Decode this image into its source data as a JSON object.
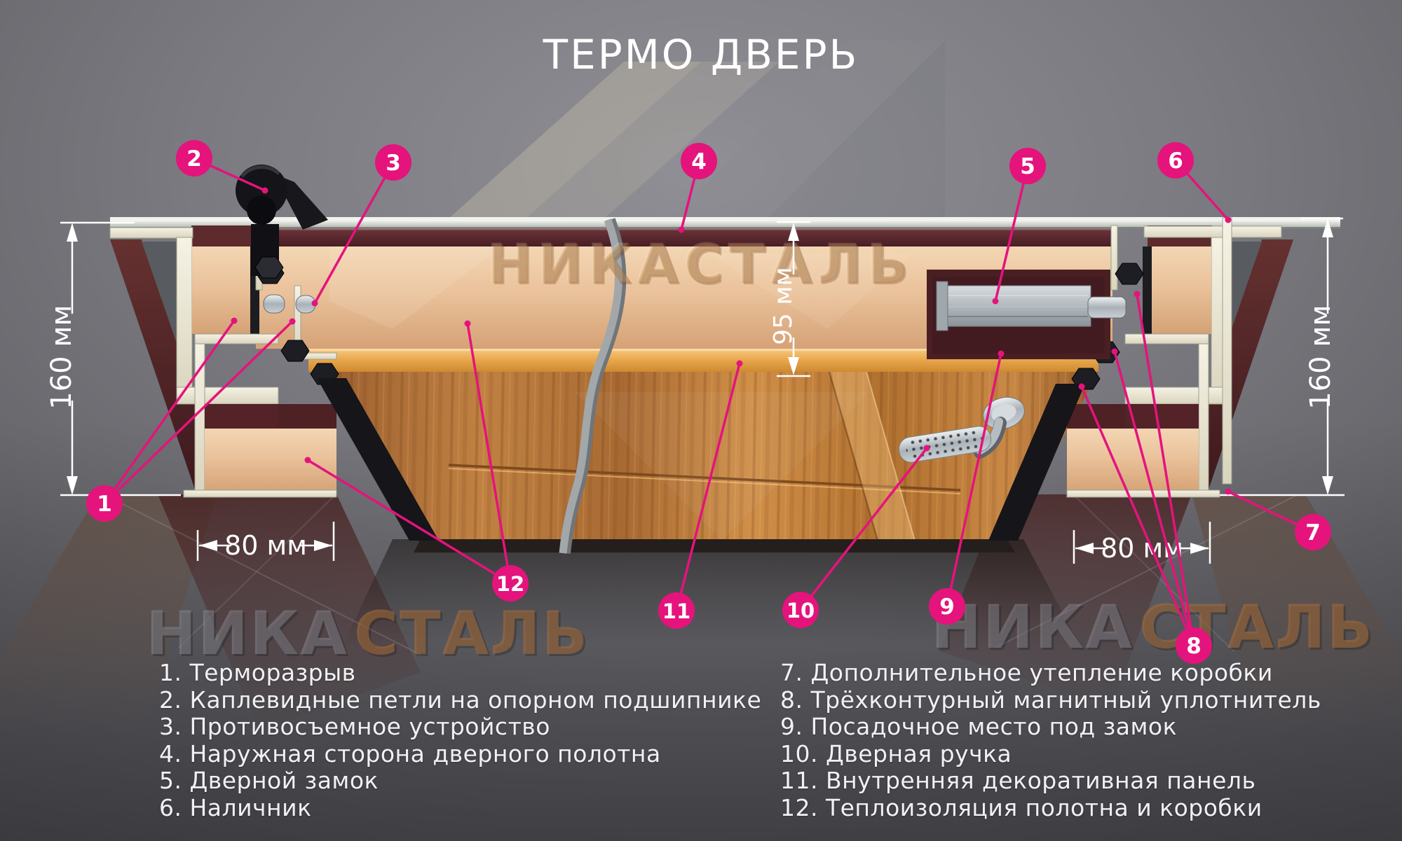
{
  "title": "ТЕРМО ДВЕРЬ",
  "watermark": {
    "full": "НИКАСТАЛЬ",
    "part1": "НИКА",
    "part2": "СТАЛЬ"
  },
  "dimensions": {
    "left_height": "160 мм",
    "right_height": "160 мм",
    "leaf_thickness": "95 мм",
    "left_depth": "80 мм",
    "right_depth": "80 мм"
  },
  "markers": [
    {
      "n": "1"
    },
    {
      "n": "2"
    },
    {
      "n": "3"
    },
    {
      "n": "4"
    },
    {
      "n": "5"
    },
    {
      "n": "6"
    },
    {
      "n": "7"
    },
    {
      "n": "8"
    },
    {
      "n": "9"
    },
    {
      "n": "10"
    },
    {
      "n": "11"
    },
    {
      "n": "12"
    }
  ],
  "legend": {
    "left": [
      "1. Терморазрыв",
      "2. Каплевидные петли на опорном подшипнике",
      "3. Противосъемное устройство",
      "4. Наружная сторона дверного полотна",
      "5. Дверной замок",
      "6. Наличник"
    ],
    "right": [
      "7. Дополнительное утепление коробки",
      "8. Трёхконтурный магнитный уплотнитель",
      "9. Посадочное место под замок",
      "10. Дверная ручка",
      "11. Внутренняя декоративная панель",
      "12. Теплоизоляция полотна и коробки"
    ]
  },
  "colors": {
    "accent_pink": "#e5137c",
    "maroon": "#5a272b",
    "insulation_tan": "#eac29b",
    "wood": "#c08142",
    "cream": "#efeadb",
    "steel": "#b9c2c7",
    "background": "#6e6e74"
  }
}
